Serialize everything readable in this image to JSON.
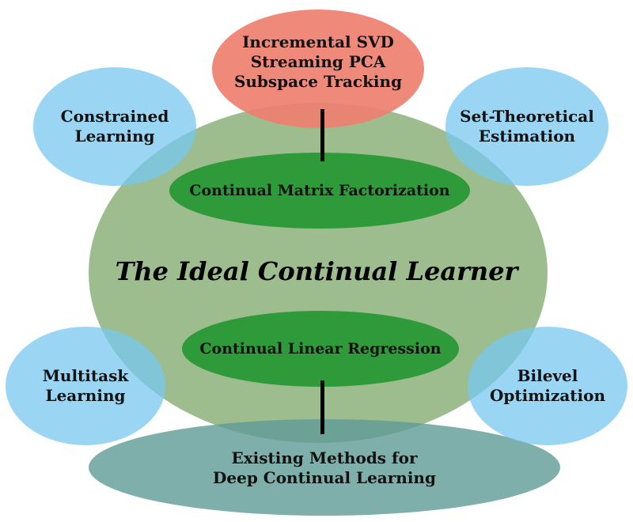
{
  "center": {
    "title": "The Ideal Continual Learner"
  },
  "top_node": {
    "lines": [
      "Incremental SVD",
      "Streaming PCA",
      "Subspace Tracking"
    ]
  },
  "inner_top": {
    "label": "Continual Matrix Factorization"
  },
  "inner_bottom": {
    "label": "Continual Linear Regression"
  },
  "bottom_node": {
    "lines": [
      "Existing Methods for",
      "Deep Continual Learning"
    ]
  },
  "left_top": {
    "lines": [
      "Constrained",
      "Learning"
    ]
  },
  "right_top": {
    "lines": [
      "Set-Theoretical",
      "Estimation"
    ]
  },
  "left_bottom": {
    "lines": [
      "Multitask",
      "Learning"
    ]
  },
  "right_bottom": {
    "lines": [
      "Bilevel",
      "Optimization"
    ]
  },
  "colors": {
    "big_green": "#9dbd8f",
    "inner_green": "#2f9a3a",
    "top_red": "#ee8070",
    "blue": "#8ccff0",
    "bottom_teal": "#6fa8a0"
  }
}
